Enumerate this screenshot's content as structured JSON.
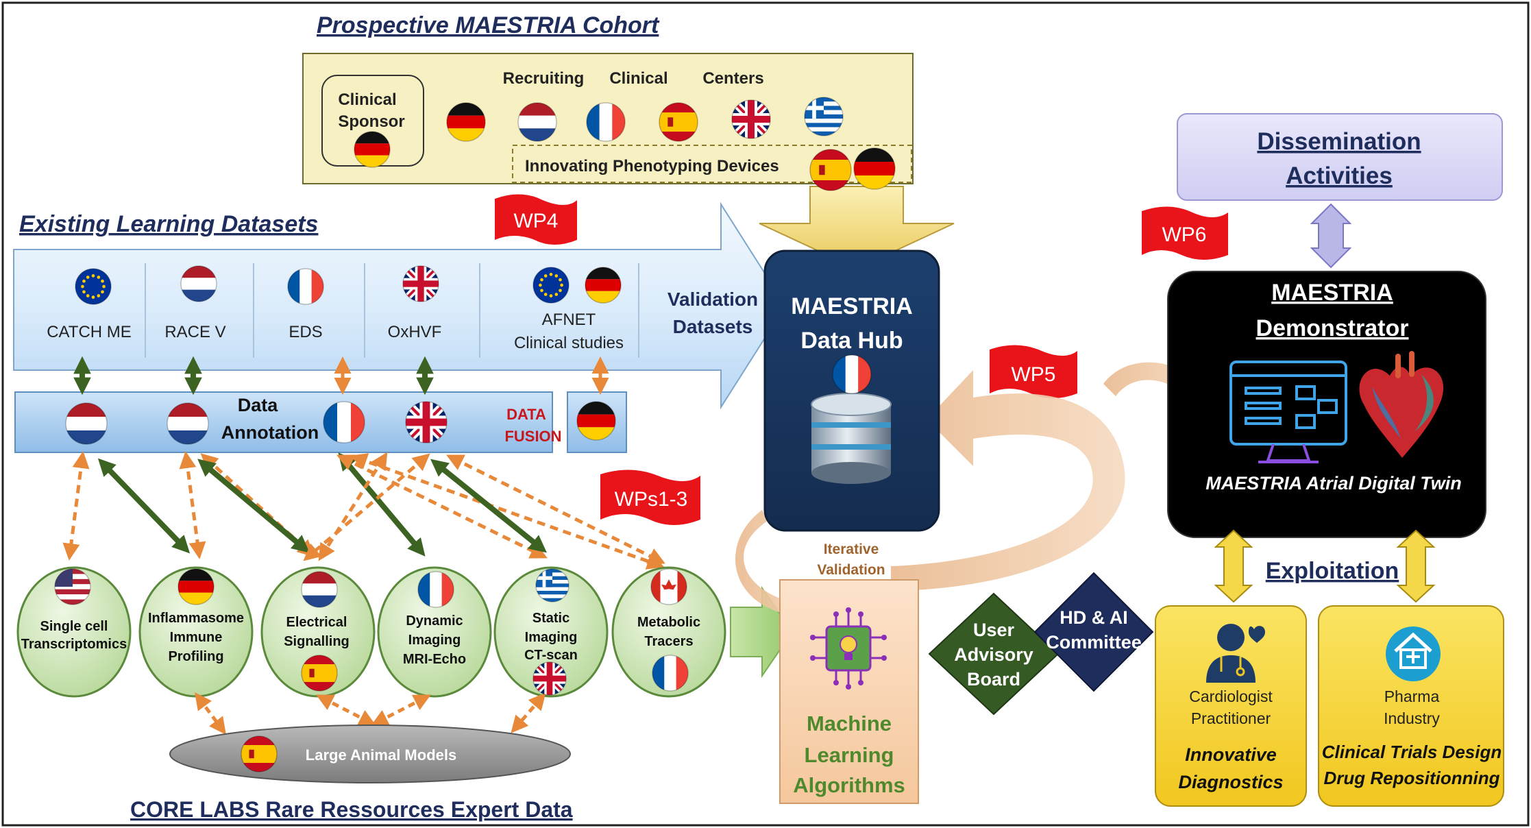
{
  "cohort": {
    "title": "Prospective MAESTRIA Cohort",
    "sponsor_line1": "Clinical",
    "sponsor_line2": "Sponsor",
    "recruiting": "Recruiting",
    "clinical": "Clinical",
    "centers": "Centers",
    "devices": "Innovating Phenotyping Devices"
  },
  "datasets": {
    "title": "Existing Learning Datasets",
    "items": [
      "CATCH ME",
      "RACE V",
      "EDS",
      "OxHVF"
    ],
    "afnet_line1": "AFNET",
    "afnet_line2": "Clinical studies",
    "validation_line1": "Validation",
    "validation_line2": "Datasets"
  },
  "annotation": {
    "line1": "Data",
    "line2": "Annotation",
    "fusion_line1": "DATA",
    "fusion_line2": "FUSION"
  },
  "flags": {
    "wp4": "WP4",
    "wp5": "WP5",
    "wp6": "WP6",
    "wps13": "WPs1-3"
  },
  "hub": {
    "line1": "MAESTRIA",
    "line2": "Data Hub"
  },
  "iterative": {
    "line1": "Iterative",
    "line2": "Validation"
  },
  "ml": {
    "line1": "Machine",
    "line2": "Learning",
    "line3": "Algorithms"
  },
  "labs": {
    "circles": [
      [
        "Single cell",
        "Transcriptomics"
      ],
      [
        "Inflammasome",
        "Immune",
        "Profiling"
      ],
      [
        "Electrical",
        "Signalling"
      ],
      [
        "Dynamic",
        "Imaging",
        "MRI-Echo"
      ],
      [
        "Static",
        "Imaging",
        "CT-scan"
      ],
      [
        "Metabolic",
        "Tracers"
      ]
    ],
    "animal": "Large Animal Models",
    "footer": "CORE LABS Rare Ressources Expert Data"
  },
  "board": {
    "user_line1": "User",
    "user_line2": "Advisory",
    "user_line3": "Board",
    "hd_line1": "HD & AI",
    "hd_line2": "Committee"
  },
  "dissemination": {
    "line1": "Dissemination",
    "line2": "Activities"
  },
  "demonstrator": {
    "line1": "MAESTRIA",
    "line2": "Demonstrator",
    "twin": "MAESTRIA Atrial Digital Twin"
  },
  "exploitation": {
    "title": "Exploitation",
    "cardio_line1": "Cardiologist",
    "cardio_line2": "Practitioner",
    "cardio_use1": "Innovative",
    "cardio_use2": "Diagnostics",
    "pharma_line1": "Pharma",
    "pharma_line2": "Industry",
    "pharma_use1": "Clinical Trials Design",
    "pharma_use2": "Drug Repositionning"
  },
  "colors": {
    "navy": "#1f2d5c",
    "hub": "#1c3a63",
    "red_flag": "#e8141a",
    "orange_arrow": "#e8893a",
    "green_arrow": "#3c6322",
    "circle_fill": "#cfe6b8",
    "yellow_box": "#f7d63a",
    "cohort_bg": "#f6f0c2"
  }
}
